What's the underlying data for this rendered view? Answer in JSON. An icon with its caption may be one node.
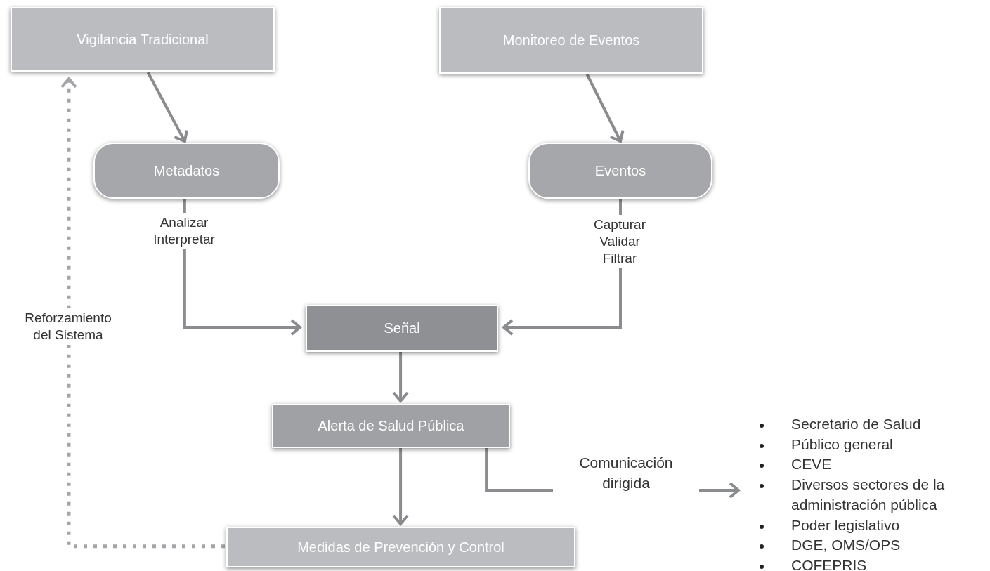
{
  "diagram": {
    "nodes": [
      {
        "text": [
          "Vigilancia Tradicional"
        ]
      },
      {
        "text": [
          "Monitoreo de Eventos"
        ]
      },
      {
        "text": [
          "Metadatos"
        ]
      },
      {
        "text": [
          "Eventos"
        ]
      },
      {
        "text": [
          "Señal"
        ]
      },
      {
        "text": [
          "Alerta de Salud Pública"
        ]
      },
      {
        "text": [
          "Medidas de Prevención y Control"
        ]
      },
      {
        "text": [
          "Secretario de Salud",
          "Público general",
          "CEVE",
          "Diversos sectores de la administración pública",
          "Poder legislativo",
          "DGE, OMS/OPS",
          "COFEPRIS"
        ]
      }
    ],
    "edges": [
      {
        "from": 0,
        "to": 2,
        "arrow": "to"
      },
      {
        "from": 1,
        "to": 3,
        "arrow": "to"
      },
      {
        "from": 2,
        "to": 4,
        "arrow": "to",
        "label": "Analizar Interpretar"
      },
      {
        "from": 3,
        "to": 4,
        "arrow": "to",
        "label": "Capturar Validar Filtrar"
      },
      {
        "from": 4,
        "to": 5,
        "arrow": "to"
      },
      {
        "from": 5,
        "to": 6,
        "arrow": "to"
      },
      {
        "from": 5,
        "to": 7,
        "arrow": "to",
        "label": "Comunicación dirigida"
      },
      {
        "from": 6,
        "to": 0,
        "arrow": "to",
        "label": "Reforzamiento del Sistema",
        "style": "dashed",
        "color": "#a4a5a8"
      }
    ]
  }
}
